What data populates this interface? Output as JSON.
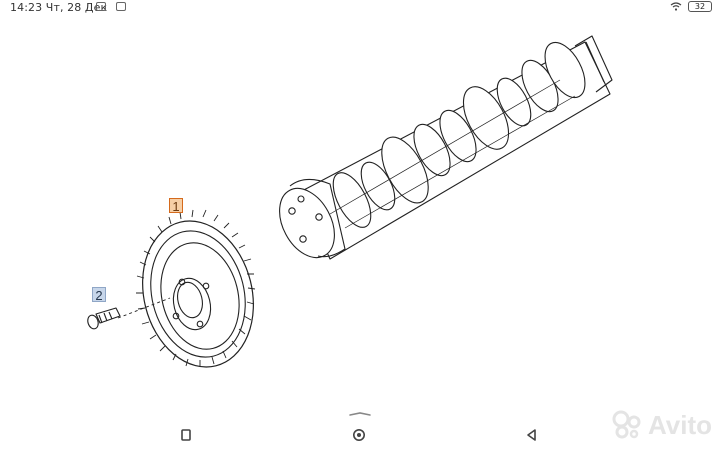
{
  "statusbar": {
    "time_date": "14:23 Чт, 28 Дек",
    "battery": "32"
  },
  "diagram": {
    "callouts": [
      "1",
      "2"
    ]
  },
  "watermark": {
    "text": "Avito"
  },
  "colors": {
    "callout_1_fill": "#f6cfa6",
    "callout_1_border": "#d56a1c",
    "callout_2_fill": "#c7d6ea",
    "line": "#222222"
  },
  "navbar": {
    "icons": [
      "recent-apps-icon",
      "home-icon",
      "back-icon"
    ]
  }
}
